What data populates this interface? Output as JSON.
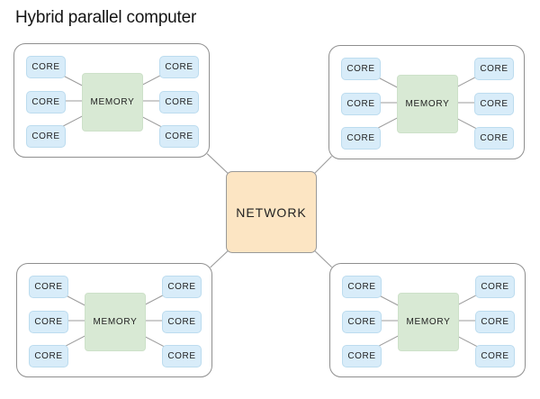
{
  "title": "Hybrid parallel computer",
  "network": {
    "label": "NETWORK"
  },
  "clusters": [
    {
      "name": "top-left",
      "memory": "MEMORY",
      "cores": [
        "CORE",
        "CORE",
        "CORE",
        "CORE",
        "CORE",
        "CORE"
      ]
    },
    {
      "name": "top-right",
      "memory": "MEMORY",
      "cores": [
        "CORE",
        "CORE",
        "CORE",
        "CORE",
        "CORE",
        "CORE"
      ]
    },
    {
      "name": "bottom-left",
      "memory": "MEMORY",
      "cores": [
        "CORE",
        "CORE",
        "CORE",
        "CORE",
        "CORE",
        "CORE"
      ]
    },
    {
      "name": "bottom-right",
      "memory": "MEMORY",
      "cores": [
        "CORE",
        "CORE",
        "CORE",
        "CORE",
        "CORE",
        "CORE"
      ]
    }
  ],
  "colors": {
    "background": "#ffffff",
    "core_fill": "#d8ecf9",
    "core_border": "#bcdcef",
    "memory_fill": "#d8e9d4",
    "network_fill": "#fce5c3",
    "network_border": "#999999",
    "cluster_border": "#8f8f8f",
    "connector_line": "#9b9b9b",
    "text": "#222222"
  }
}
